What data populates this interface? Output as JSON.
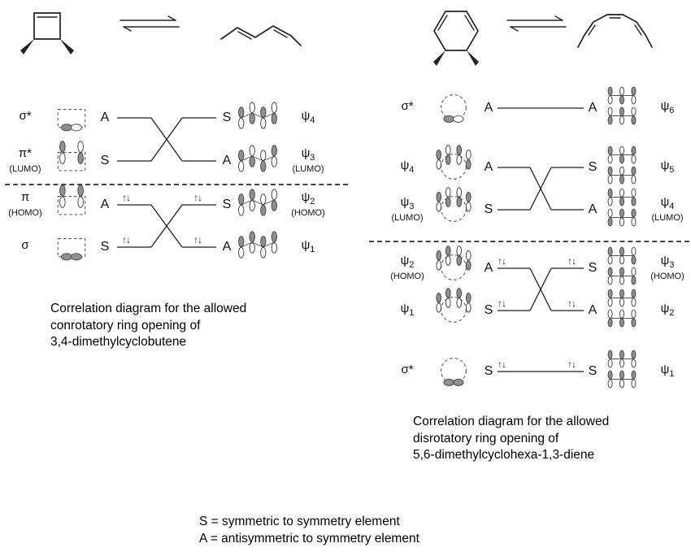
{
  "glyphs": {
    "electron_pair": "↑↓"
  },
  "legend": {
    "line1": "S = symmetric to symmetry element",
    "line2": "A = antisymmetric to symmetry element"
  },
  "left_diagram": {
    "caption": {
      "line1": "Correlation diagram for the allowed",
      "line2": "conrotatory ring opening of",
      "line3": "3,4-dimethylcyclobutene"
    },
    "reactant": [
      {
        "label": "σ*",
        "sub": "",
        "note": "",
        "sym": "A",
        "occupied": false,
        "orbital": "cyclobutene-sigma-star"
      },
      {
        "label": "π*",
        "sub": "",
        "note": "(LUMO)",
        "sym": "S",
        "occupied": false,
        "orbital": "cyclobutene-pi-star"
      },
      {
        "label": "π",
        "sub": "",
        "note": "(HOMO)",
        "sym": "A",
        "occupied": true,
        "orbital": "cyclobutene-pi"
      },
      {
        "label": "σ",
        "sub": "",
        "note": "",
        "sym": "S",
        "occupied": true,
        "orbital": "cyclobutene-sigma"
      }
    ],
    "product": [
      {
        "label": "ψ",
        "sub": "4",
        "note": "",
        "sym": "S",
        "occupied": false,
        "orbital": "butadiene-psi4"
      },
      {
        "label": "ψ",
        "sub": "3",
        "note": "(LUMO)",
        "sym": "A",
        "occupied": false,
        "orbital": "butadiene-psi3"
      },
      {
        "label": "ψ",
        "sub": "2",
        "note": "(HOMO)",
        "sym": "S",
        "occupied": true,
        "orbital": "butadiene-psi2"
      },
      {
        "label": "ψ",
        "sub": "1",
        "note": "",
        "sym": "A",
        "occupied": true,
        "orbital": "butadiene-psi1"
      }
    ]
  },
  "right_diagram": {
    "caption": {
      "line1": "Correlation diagram for the allowed",
      "line2": "disrotatory ring opening of",
      "line3": "5,6-dimethylcyclohexa-1,3-diene"
    },
    "reactant": [
      {
        "label": "σ*",
        "sub": "",
        "note": "",
        "sym": "A",
        "occupied": false,
        "orbital": "cyclohexadiene-sigma-star"
      },
      {
        "label": "ψ",
        "sub": "4",
        "note": "",
        "sym": "A",
        "occupied": false,
        "orbital": "cyclohexadiene-psi4"
      },
      {
        "label": "ψ",
        "sub": "3",
        "note": "(LUMO)",
        "sym": "S",
        "occupied": false,
        "orbital": "cyclohexadiene-psi3"
      },
      {
        "label": "ψ",
        "sub": "2",
        "note": "(HOMO)",
        "sym": "A",
        "occupied": true,
        "orbital": "cyclohexadiene-psi2"
      },
      {
        "label": "ψ",
        "sub": "1",
        "note": "",
        "sym": "S",
        "occupied": true,
        "orbital": "cyclohexadiene-psi1"
      },
      {
        "label": "σ*",
        "sub": "",
        "note": "",
        "sym": "S",
        "occupied": true,
        "orbital": "cyclohexadiene-sigma"
      }
    ],
    "product": [
      {
        "label": "ψ",
        "sub": "6",
        "note": "",
        "sym": "A",
        "occupied": false,
        "orbital": "hexatriene-psi6"
      },
      {
        "label": "ψ",
        "sub": "5",
        "note": "",
        "sym": "S",
        "occupied": false,
        "orbital": "hexatriene-psi5"
      },
      {
        "label": "ψ",
        "sub": "4",
        "note": "(LUMO)",
        "sym": "A",
        "occupied": false,
        "orbital": "hexatriene-psi4"
      },
      {
        "label": "ψ",
        "sub": "3",
        "note": "(HOMO)",
        "sym": "S",
        "occupied": true,
        "orbital": "hexatriene-psi3"
      },
      {
        "label": "ψ",
        "sub": "2",
        "note": "",
        "sym": "A",
        "occupied": true,
        "orbital": "hexatriene-psi2"
      },
      {
        "label": "ψ",
        "sub": "1",
        "note": "",
        "sym": "S",
        "occupied": true,
        "orbital": "hexatriene-psi1"
      }
    ]
  }
}
